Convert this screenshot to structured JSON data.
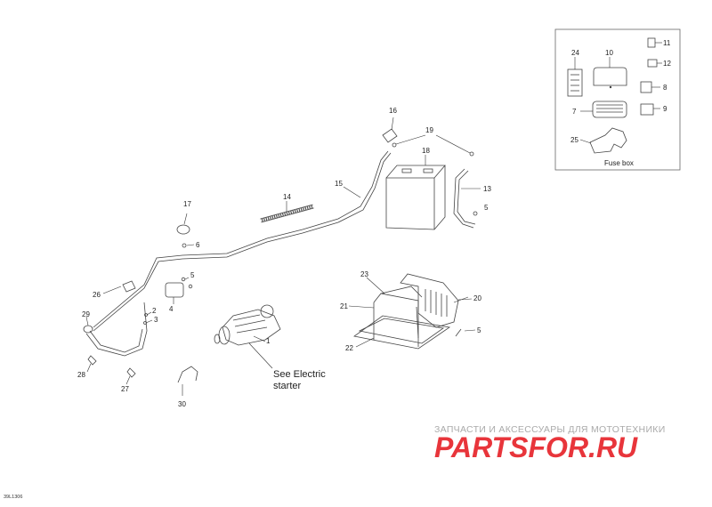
{
  "diagram": {
    "labels": {
      "n1": "1",
      "n2": "2",
      "n3": "3",
      "n4": "4",
      "n5a": "5",
      "n5b": "5",
      "n5c": "5",
      "n6": "6",
      "n7": "7",
      "n8": "8",
      "n9": "9",
      "n10": "10",
      "n11": "11",
      "n12": "12",
      "n13": "13",
      "n14": "14",
      "n15": "15",
      "n16": "16",
      "n17": "17",
      "n18": "18",
      "n19": "19",
      "n20": "20",
      "n21": "21",
      "n22": "22",
      "n23": "23",
      "n24": "24",
      "n25": "25",
      "n26": "26",
      "n27": "27",
      "n28": "28",
      "n29": "29",
      "n30": "30"
    },
    "callout_line1": "See Electric",
    "callout_line2": "starter",
    "fuse_box_label": "Fuse box",
    "drawing_code": "39L1306"
  },
  "watermark": {
    "tagline": "ЗАПЧАСТИ И АКСЕССУАРЫ ДЛЯ МОТОТЕХНИКИ",
    "brand": "PARTSFOR.RU",
    "brand_color": "#e8353b"
  }
}
